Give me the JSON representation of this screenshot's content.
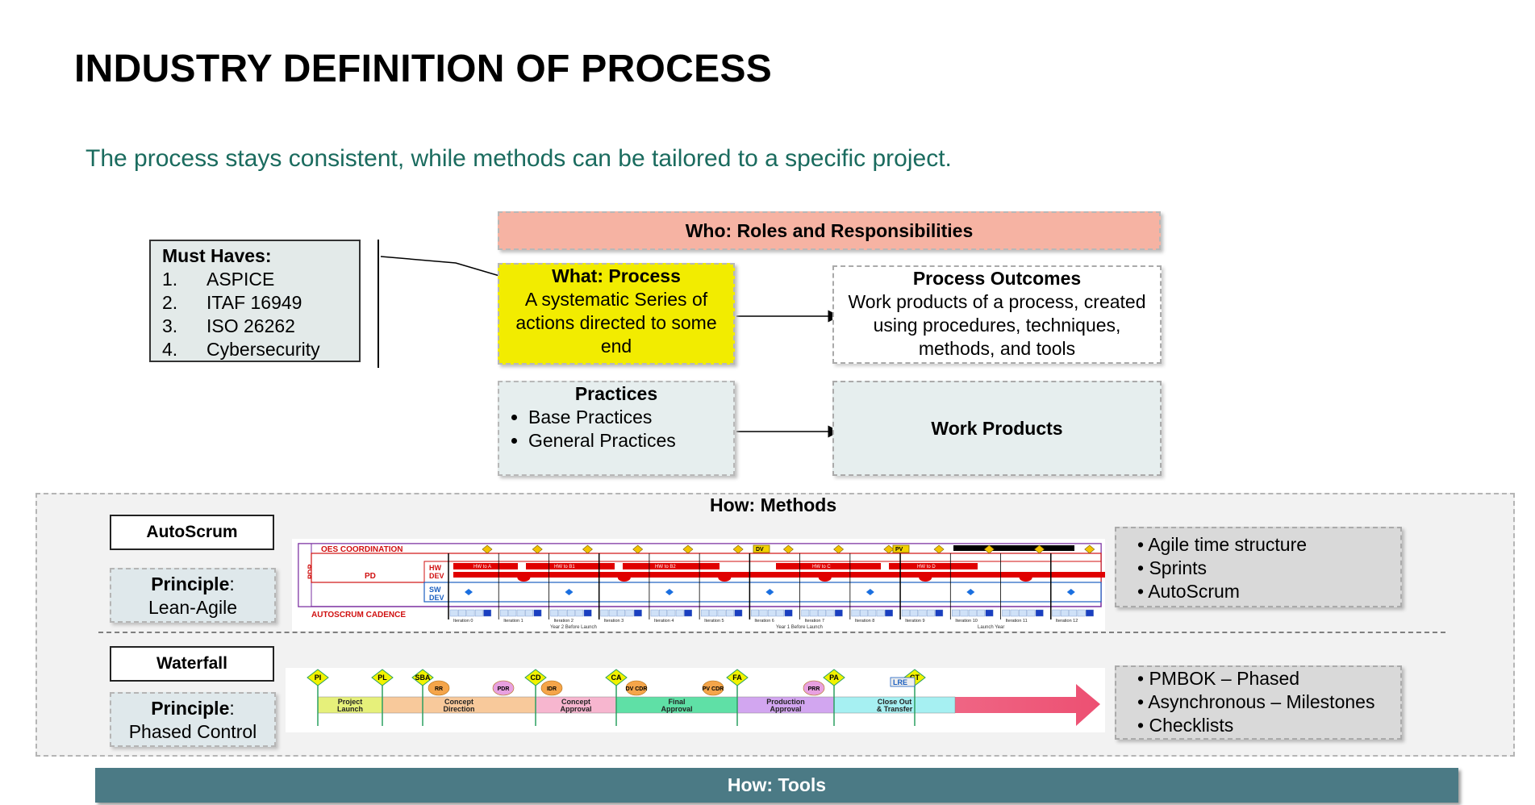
{
  "slide": {
    "title": "INDUSTRY DEFINITION OF PROCESS",
    "subtitle": "The process stays consistent, while methods can be tailored to a specific project."
  },
  "must_haves": {
    "heading": "Must Haves:",
    "items": [
      {
        "num": "1.",
        "text": "ASPICE"
      },
      {
        "num": "2.",
        "text": "ITAF 16949"
      },
      {
        "num": "3.",
        "text": "ISO 26262"
      },
      {
        "num": "4.",
        "text": "Cybersecurity"
      }
    ]
  },
  "who": {
    "label": "Who: Roles and Responsibilities"
  },
  "what": {
    "heading": "What: Process",
    "line1": "A systematic Series of",
    "line2": "actions directed to some",
    "line3": "end"
  },
  "outcomes": {
    "heading": "Process Outcomes",
    "line1": "Work products of a process, created",
    "line2": "using procedures, techniques,",
    "line3": "methods, and tools"
  },
  "practices": {
    "heading": "Practices",
    "items": [
      "Base Practices",
      "General Practices"
    ]
  },
  "work_products": {
    "label": "Work Products"
  },
  "methods": {
    "label": "How: Methods",
    "autoscrum": {
      "label": "AutoScrum",
      "principle_label": "Principle",
      "principle_value": "Lean-Agile",
      "bullets": [
        "Agile time structure",
        "Sprints",
        "AutoScrum"
      ],
      "diagram": {
        "row_oes": "OES COORDINATION",
        "row_pd": "PD",
        "row_pdp": "PDP",
        "row_hw": "HW",
        "row_dev": "DEV",
        "row_sw": "SW",
        "row_swdev": "DEV",
        "row_cadence": "AUTOSCRUM CADENCE",
        "milestones": [
          "DV",
          "PV"
        ],
        "hw_tags": [
          "HW to A",
          "HW to B1",
          "HW to B2",
          "HW to C",
          "HW to D"
        ],
        "iterations": [
          "Iteration 0",
          "Iteration 1",
          "Iteration 2",
          "Iteration 3",
          "Iteration 4",
          "Iteration 5",
          "Iteration 6",
          "Iteration 7",
          "Iteration 8",
          "Iteration 9",
          "Iteration 10",
          "Iteration 11",
          "Iteration 12"
        ],
        "years": [
          "Year 2 Before Launch",
          "Year 1 Before Launch",
          "Launch Year"
        ]
      }
    },
    "waterfall": {
      "label": "Waterfall",
      "principle_label": "Principle",
      "principle_value": "Phased Control",
      "bullets": [
        "PMBOK – Phased",
        "Asynchronous – Milestones",
        "Checklists"
      ],
      "diagram": {
        "gates": [
          "PI",
          "PL",
          "SBA",
          "CD",
          "CA",
          "FA",
          "PA",
          "CT"
        ],
        "reviews": [
          "RR",
          "PDR",
          "IDR",
          "DV CDR",
          "PV CDR",
          "PRR"
        ],
        "lre": "LRE",
        "phases": [
          {
            "line1": "Project",
            "line2": "Launch",
            "color": "#e6f07a"
          },
          {
            "line1": "Concept",
            "line2": "Direction",
            "color": "#f8c99b"
          },
          {
            "line1": "Concept",
            "line2": "Approval",
            "color": "#f7b6cf"
          },
          {
            "line1": "Final",
            "line2": "Approval",
            "color": "#5fe0a6"
          },
          {
            "line1": "Production",
            "line2": "Approval",
            "color": "#d2a6f0"
          },
          {
            "line1": "Close Out",
            "line2": "& Transfer",
            "color": "#a6f0f2"
          }
        ]
      }
    }
  },
  "tools": {
    "label": "How: Tools"
  },
  "colors": {
    "subtitle": "#1a6b5e",
    "who_bg": "#f6b3a3",
    "what_bg": "#f2ec00",
    "tools_bg": "#4b7a85"
  }
}
